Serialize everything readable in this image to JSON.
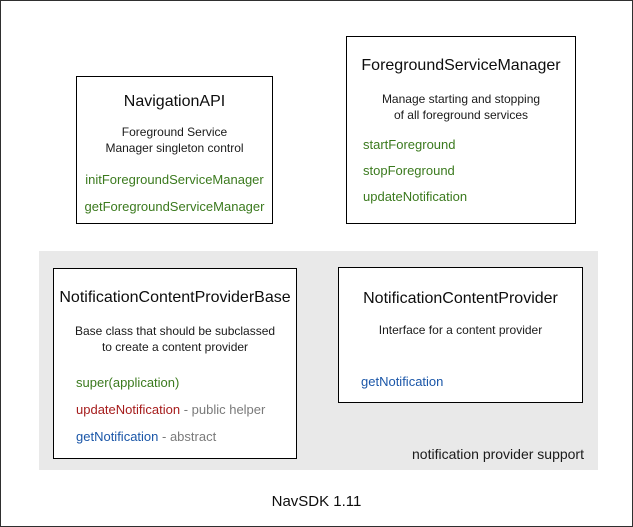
{
  "footer": {
    "label": "NavSDK 1.11"
  },
  "panel": {
    "label": "notification provider support"
  },
  "colors": {
    "method_green": "#3b7a1e",
    "helper_red": "#a61c1c",
    "abstract_blue": "#1a56a8",
    "muted_gray": "#7a7a7a",
    "panel_gray": "#e9e9e9"
  },
  "boxes": [
    {
      "name": "navigation-api",
      "title": "NavigationAPI",
      "description": [
        "Foreground Service",
        "Manager singleton control"
      ],
      "methods": [
        {
          "label": "initForegroundServiceManager",
          "color": "#3b7a1e",
          "suffix": ""
        },
        {
          "label": "getForegroundServiceManager",
          "color": "#3b7a1e",
          "suffix": ""
        }
      ]
    },
    {
      "name": "foreground-service-manager",
      "title": "ForegroundServiceManager",
      "description": [
        "Manage starting and stopping",
        "of all foreground services"
      ],
      "methods": [
        {
          "label": "startForeground",
          "color": "#3b7a1e",
          "suffix": ""
        },
        {
          "label": "stopForeground",
          "color": "#3b7a1e",
          "suffix": ""
        },
        {
          "label": "updateNotification",
          "color": "#3b7a1e",
          "suffix": ""
        }
      ]
    },
    {
      "name": "notification-content-provider-base",
      "title": "NotificationContentProviderBase",
      "description": [
        "Base class that should be subclassed",
        "to create a content provider"
      ],
      "methods": [
        {
          "label": "super(application)",
          "color": "#3b7a1e",
          "suffix": ""
        },
        {
          "label": "updateNotification",
          "color": "#a61c1c",
          "suffix": " - public helper"
        },
        {
          "label": "getNotification",
          "color": "#1a56a8",
          "suffix": " - abstract"
        }
      ]
    },
    {
      "name": "notification-content-provider",
      "title": "NotificationContentProvider",
      "description": [
        "Interface for a content provider"
      ],
      "methods": [
        {
          "label": "getNotification",
          "color": "#1a56a8",
          "suffix": ""
        }
      ]
    }
  ]
}
